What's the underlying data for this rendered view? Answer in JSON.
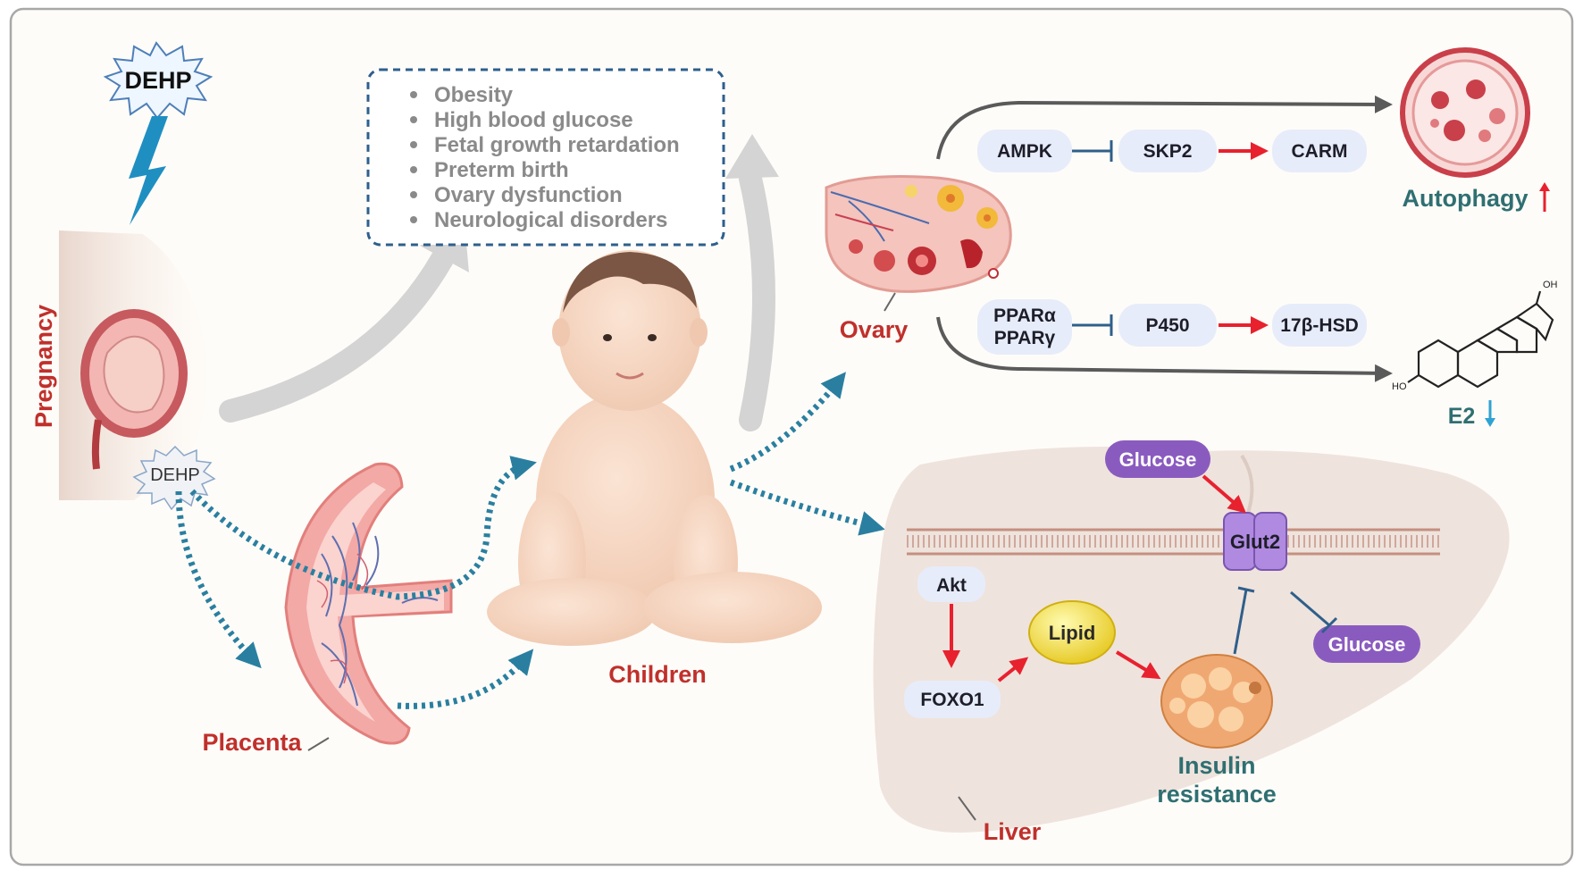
{
  "labels": {
    "dehp_top": "DEHP",
    "dehp_small": "DEHP",
    "pregnancy": "Pregnancy",
    "placenta": "Placenta",
    "children": "Children",
    "ovary": "Ovary",
    "liver": "Liver",
    "autophagy": "Autophagy",
    "e2": "E2",
    "insulin_resistance_1": "Insulin",
    "insulin_resistance_2": "resistance",
    "oh_top": "OH",
    "ho_left": "HO"
  },
  "outcomes": [
    "Obesity",
    "High blood glucose",
    "Fetal growth retardation",
    "Preterm birth",
    "Ovary dysfunction",
    "Neurological disorders"
  ],
  "ovary_pathway": {
    "top": [
      "AMPK",
      "SKP2",
      "CARM"
    ],
    "bottom_first_1": "PPARα",
    "bottom_first_2": "PPARγ",
    "bottom": [
      "P450",
      "17β-HSD"
    ]
  },
  "liver_pathway": {
    "akt": "Akt",
    "foxo1": "FOXO1",
    "lipid": "Lipid",
    "glut2": "Glut2",
    "glucose_top": "Glucose",
    "glucose_bottom": "Glucose"
  },
  "colors": {
    "label_red": "#c0302c",
    "label_teal": "#2f6f72",
    "dotted_arrow": "#2a7fa0",
    "activation_arrow": "#e8212e",
    "inhibition": "#2f5f8a",
    "glucose_purple": "#8a5bbf",
    "glut2_purple": "#b08ae0",
    "pill_bg": "#e7ecfa"
  }
}
